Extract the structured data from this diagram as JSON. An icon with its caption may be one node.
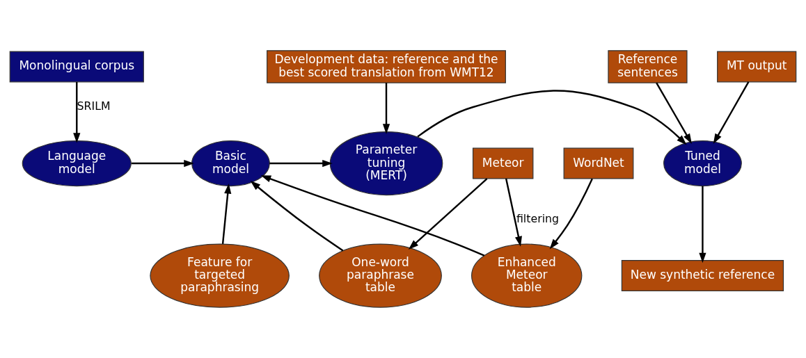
{
  "diagram": {
    "nodes": [
      {
        "text": [
          "Monolingual corpus"
        ]
      },
      {
        "text": [
          "Development data: reference and the best scored translation from WMT12"
        ]
      },
      {
        "text": [
          "Reference sentences"
        ]
      },
      {
        "text": [
          "MT output"
        ]
      },
      {
        "text": [
          "Language model"
        ]
      },
      {
        "text": [
          "Basic model"
        ]
      },
      {
        "text": [
          "Parameter tuning (MERT)"
        ]
      },
      {
        "text": [
          "Tuned model"
        ]
      },
      {
        "text": [
          "One-word paraphrase table"
        ]
      },
      {
        "text": [
          "Enhanced Meteor table"
        ]
      },
      {
        "text": [
          "Feature for targeted paraphrasing"
        ]
      },
      {
        "text": [
          "New synthetic reference"
        ]
      },
      {
        "text": [
          "Meteor"
        ]
      },
      {
        "text": [
          "WordNet"
        ]
      }
    ],
    "edges": [
      {
        "from": 0,
        "to": 4,
        "arrow": "to",
        "label": "SRILM"
      },
      {
        "from": 4,
        "to": 5,
        "arrow": "to"
      },
      {
        "from": 1,
        "to": 6,
        "arrow": "to"
      },
      {
        "from": 5,
        "to": 6,
        "arrow": "to"
      },
      {
        "from": 2,
        "to": 7,
        "arrow": "to"
      },
      {
        "from": 3,
        "to": 7,
        "arrow": "to"
      },
      {
        "from": 6,
        "to": 7,
        "arrow": "to"
      },
      {
        "from": 8,
        "to": 5,
        "arrow": "to"
      },
      {
        "from": 9,
        "to": 5,
        "arrow": "to"
      },
      {
        "from": 10,
        "to": 5,
        "arrow": "to"
      },
      {
        "from": 7,
        "to": 11,
        "arrow": "to"
      },
      {
        "from": 12,
        "to": 8,
        "arrow": "to"
      },
      {
        "from": 12,
        "to": 9,
        "arrow": "to",
        "label": "filtering"
      },
      {
        "from": 13,
        "to": 9,
        "arrow": "to"
      }
    ]
  }
}
